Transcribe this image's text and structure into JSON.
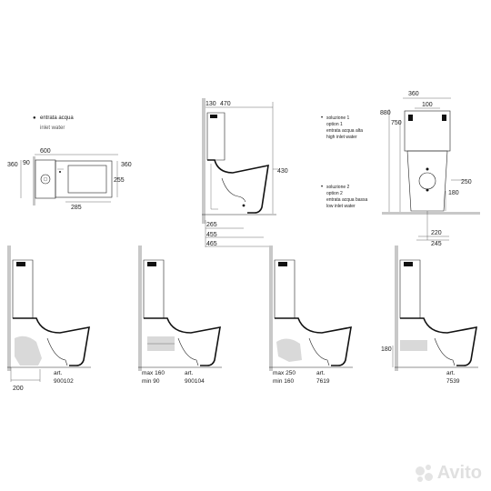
{
  "plan_view": {
    "inlet_bullet": "●",
    "inlet_it": "entrata acqua",
    "inlet_en": "inlet water",
    "dims": {
      "width_600": "600",
      "left_360": "360",
      "left_90": "90",
      "right_360": "360",
      "right_255": "255",
      "bottom_285": "285"
    }
  },
  "side_view": {
    "dims": {
      "top_130": "130",
      "top_470": "470",
      "right_430": "430",
      "b265": "265",
      "b455": "455",
      "b465": "465"
    }
  },
  "front_view": {
    "dims": {
      "top_360": "360",
      "top_100": "100",
      "left_880": "880",
      "left_750": "750",
      "r250": "250",
      "r180": "180",
      "b220": "220",
      "b245": "245"
    },
    "solution1": {
      "it": "soluzione 1",
      "en": "option 1",
      "desc_it": "entrata acqua alta",
      "desc_en": "high inlet water"
    },
    "solution2": {
      "it": "soluzione 2",
      "en": "option 2",
      "desc_it": "entrata acqua bassa",
      "desc_en": "low inlet water"
    }
  },
  "variants": [
    {
      "art_label": "art.",
      "art_code": "900102",
      "dim1": "200",
      "dim2": ""
    },
    {
      "art_label": "art.",
      "art_code": "900104",
      "dim1": "max 160",
      "dim2": "min  90"
    },
    {
      "art_label": "art.",
      "art_code": "7619",
      "dim1": "max 250",
      "dim2": "min  160"
    },
    {
      "art_label": "art.",
      "art_code": "7539",
      "dim1": "180",
      "dim2": ""
    }
  ],
  "watermark": {
    "text": "Avito"
  }
}
